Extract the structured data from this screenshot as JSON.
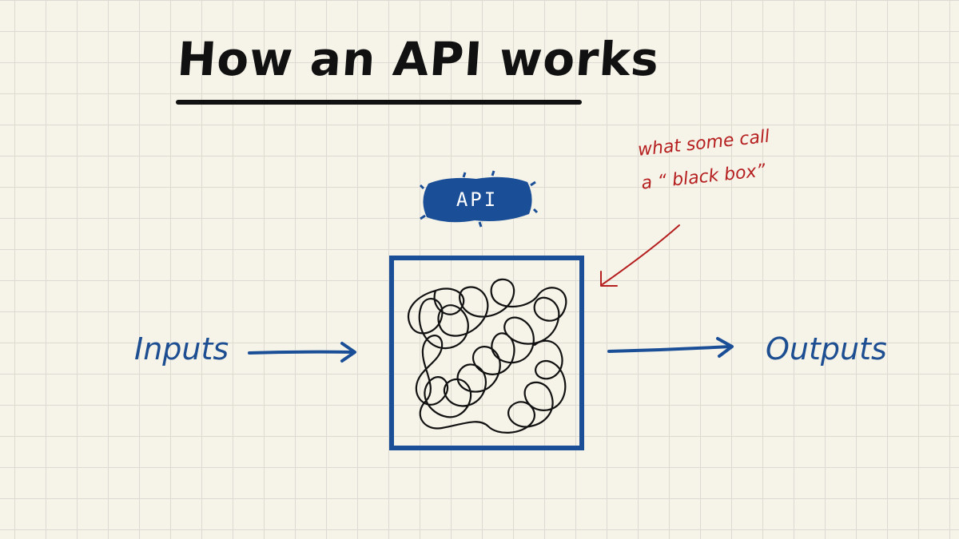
{
  "title": "How an API works",
  "api_label": "API",
  "inputs_label": "Inputs",
  "outputs_label": "Outputs",
  "annotation": {
    "line1": "what some call",
    "line2": "a “ black box”"
  },
  "colors": {
    "ink_blue": "#1a4f97",
    "annotation_red": "#b51f1f",
    "title_black": "#111111",
    "paper": "#f6f3e8",
    "grid": "#dcdad2"
  }
}
